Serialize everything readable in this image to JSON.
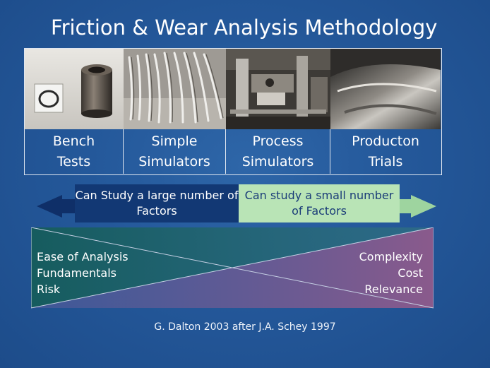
{
  "slide": {
    "title": "Friction & Wear Analysis Methodology",
    "columns": [
      {
        "line1": "Bench",
        "line2": "Tests"
      },
      {
        "line1": "Simple",
        "line2": "Simulators"
      },
      {
        "line1": "Process",
        "line2": "Simulators"
      },
      {
        "line1": "Producton",
        "line2": "Trials"
      }
    ],
    "arrows": {
      "left_text": "Can Study a large number of Factors",
      "right_text": "Can study a small number of Factors",
      "left_color": "#123874",
      "right_color": "#b9e4b6"
    },
    "triangles": {
      "left_items": [
        "Ease of Analysis",
        "Fundamentals",
        "Risk"
      ],
      "right_items": [
        "Complexity",
        "Cost",
        "Relevance"
      ],
      "left_color": "#1d6a6a",
      "right_color": "#7a5a8e"
    },
    "credit": "G. Dalton 2003 after J.A. Schey 1997"
  }
}
